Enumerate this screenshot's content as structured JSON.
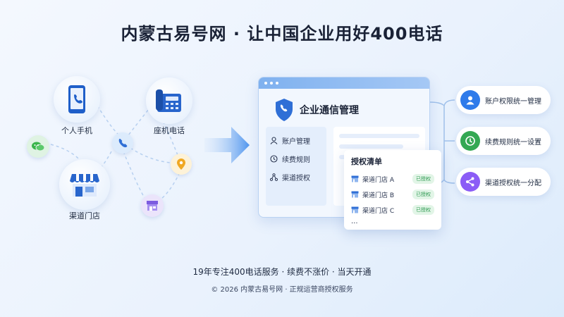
{
  "title": "内蒙古易号网 · 让中国企业用好400电话",
  "nodes": {
    "mobile": "个人手机",
    "landline": "座机电话",
    "store": "渠道门店"
  },
  "window": {
    "title": "企业通信管理",
    "menu": [
      "账户管理",
      "续费规则",
      "渠道授权"
    ]
  },
  "auth": {
    "title": "授权清单",
    "rows": [
      {
        "name": "渠道门店 A",
        "status": "已授权"
      },
      {
        "name": "渠道门店 B",
        "status": "已授权"
      },
      {
        "name": "渠道门店 C",
        "status": "已授权"
      }
    ],
    "more": "..."
  },
  "features": [
    {
      "label": "账户权限统一管理",
      "icon": "user-icon",
      "color": "#2f7bea"
    },
    {
      "label": "续费规则统一设置",
      "icon": "clock-icon",
      "color": "#34a853"
    },
    {
      "label": "渠道授权统一分配",
      "icon": "share-icon",
      "color": "#8b5cf6"
    }
  ],
  "footer": {
    "line1": "19年专注400电话服务 · 续费不涨价 · 当天开通",
    "line2": "© 2026 内蒙古易号网 · 正规运营商授权服务"
  }
}
